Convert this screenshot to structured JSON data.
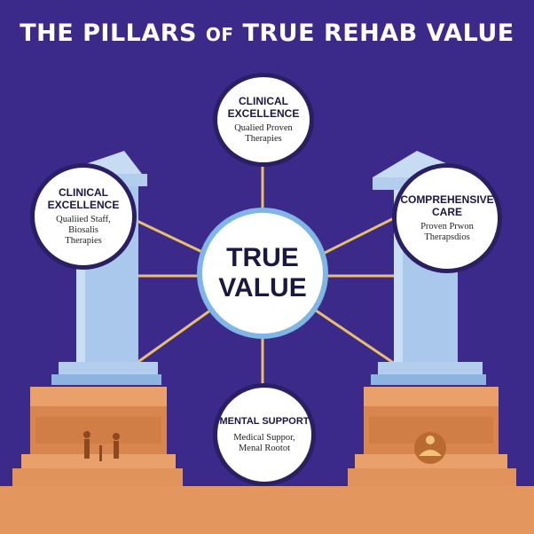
{
  "title": {
    "part1": "THE PILLARS",
    "part2": "OF",
    "part3": "TRUE REHAB VALUE"
  },
  "center": {
    "line1": "TRUE",
    "line2": "VALUE"
  },
  "nodes": {
    "top": {
      "heading_line1": "CLINICAL",
      "heading_line2": "EXCELLENCE",
      "sub_line1": "Qualied Proven",
      "sub_line2": "Therapies"
    },
    "left": {
      "heading_line1": "CLINICAL",
      "heading_line2": "EXCELLENCE",
      "sub_line1": "Qualiied Staff,",
      "sub_line2": "Biosalis",
      "sub_line3": "Therapies"
    },
    "right": {
      "heading_line1": "COMPREHENSIVE",
      "heading_line2": "CARE",
      "sub_line1": "Proven Prwon",
      "sub_line2": "Therapsdios"
    },
    "bottom": {
      "heading_line1": "MENTAL SUPPORT",
      "sub_line1": "Medical Suppor,",
      "sub_line2": "Menal Rootot"
    }
  },
  "colors": {
    "background": "#3b2a8a",
    "connector": "#e8bf6a",
    "pillar": "#a9c8ec",
    "pedestal": "#e0935a",
    "center_ring": "#7fb6e6",
    "node_ring": "#2a1f63"
  },
  "icons": {
    "left_pedestal": "therapy-figures-icon",
    "right_pedestal": "meditating-figure-icon"
  }
}
